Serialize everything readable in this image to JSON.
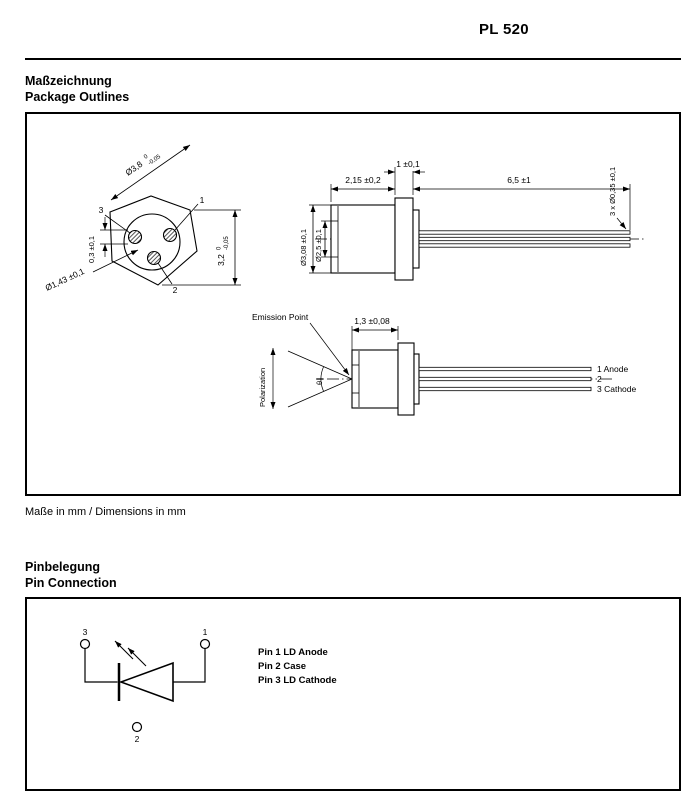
{
  "page": {
    "title": "PL 520",
    "units_note": "Maße in mm / Dimensions in mm"
  },
  "outline_section": {
    "heading_de": "Maßzeichnung",
    "heading_en": "Package Outlines",
    "front_view": {
      "pin1": "1",
      "pin2": "2",
      "pin3": "3",
      "dim_can_dia": "Ø3,8",
      "dim_can_tol_upper": "0",
      "dim_can_tol_lower": "-0,05",
      "dim_flat": "3,2",
      "dim_flat_tol_upper": "0",
      "dim_flat_tol_lower": "-0,05",
      "dim_pin_circle": "Ø1,43 ±0,1",
      "dim_pin_dia": "0,3 ±0,1"
    },
    "side_view": {
      "dim_cap_length": "2,15 ±0,2",
      "dim_flange_thickness": "1 ±0,1",
      "dim_lead_length": "6,5 ±1",
      "dim_lead_dia": "3 x Ø0,35 ±0,1",
      "dim_cap_dia": "Ø3,08 ±0,1",
      "dim_window_dia": "Ø2,5 ±0,1"
    },
    "emission_view": {
      "emission_point": "Emission Point",
      "dim_emission": "1,3 ±0,08",
      "polarization": "Polarization",
      "divergence_angle": "θ∥",
      "lead1": "1 Anode",
      "lead2": "2",
      "lead3": "3 Cathode"
    }
  },
  "pin_section": {
    "heading_de": "Pinbelegung",
    "heading_en": "Pin Connection",
    "terminal1": "1",
    "terminal2": "2",
    "terminal3": "3",
    "descriptions": {
      "pin1": "Pin 1 LD Anode",
      "pin2": "Pin 2 Case",
      "pin3": "Pin 3 LD Cathode"
    }
  }
}
